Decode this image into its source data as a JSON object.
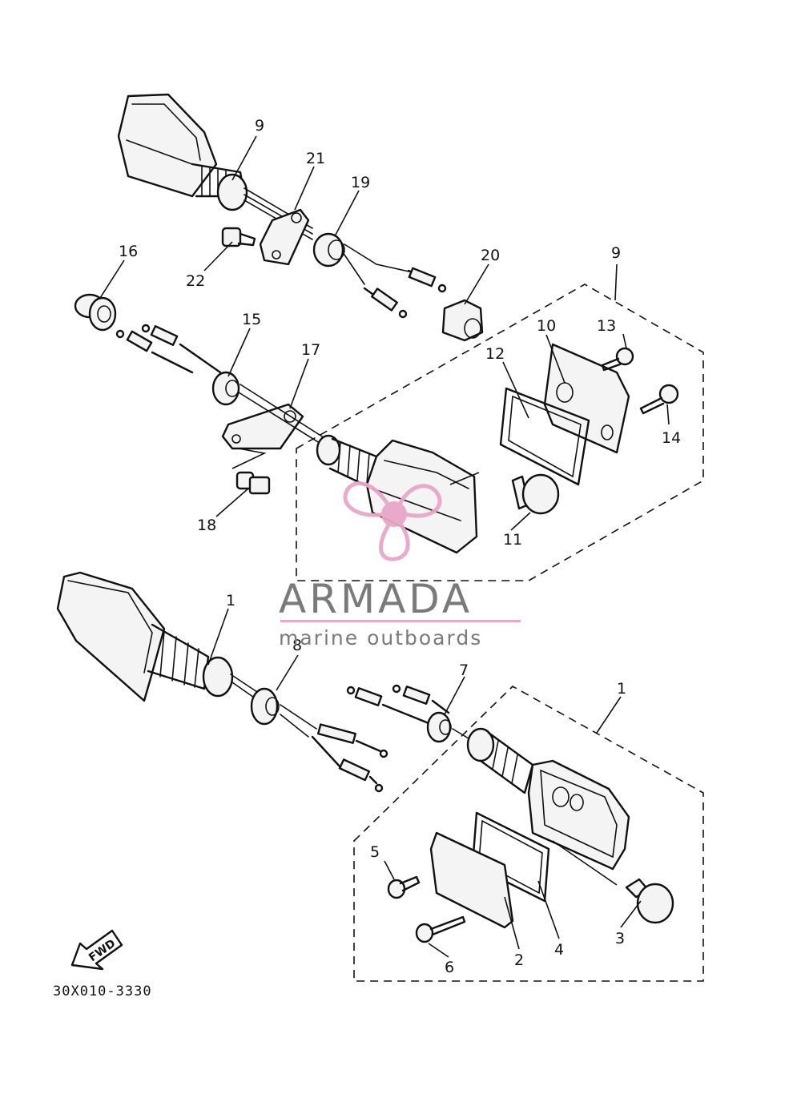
{
  "diagram": {
    "drawing_code": "30X010-3330",
    "fwd_label": "FWD",
    "callouts": {
      "c1a": "1",
      "c1b": "1",
      "c2": "2",
      "c3": "3",
      "c4": "4",
      "c5": "5",
      "c6": "6",
      "c7": "7",
      "c8": "8",
      "c9a": "9",
      "c9b": "9",
      "c10": "10",
      "c11": "11",
      "c12": "12",
      "c13": "13",
      "c14": "14",
      "c15": "15",
      "c16": "16",
      "c17": "17",
      "c18": "18",
      "c19": "19",
      "c20": "20",
      "c21": "21",
      "c22": "22"
    }
  },
  "watermark": {
    "brand": "ARMADA",
    "tagline": "marine outboards",
    "colors": {
      "logo_pink": "#e9a6c8",
      "text_gray": "#7a7a7a"
    }
  }
}
